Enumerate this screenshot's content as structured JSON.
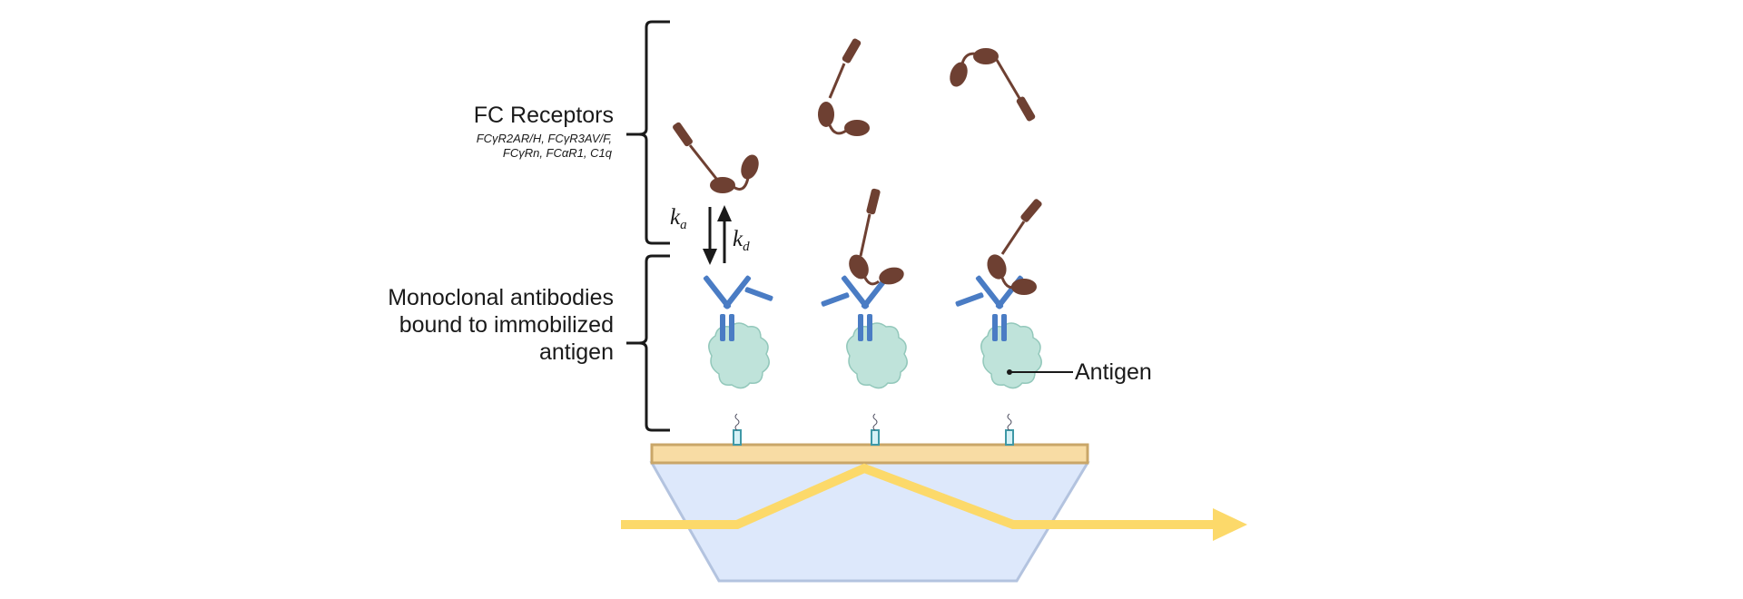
{
  "labels": {
    "fc_receptors_title": "FC Receptors",
    "fc_receptors_line1": "FCγR2AR/H, FCγR3AV/F,",
    "fc_receptors_line2": "FCγRn, FCαR1, C1q",
    "mab_line1": "Monoclonal antibodies",
    "mab_line2": "bound to immobilized",
    "mab_line3": "antigen",
    "antigen": "Antigen",
    "ka_symbol": "k",
    "ka_sub": "a",
    "kd_symbol": "k",
    "kd_sub": "d"
  },
  "colors": {
    "receptor": "#6e4032",
    "antibody": "#4a7cc4",
    "antigen_fill": "#bfe3da",
    "antigen_stroke": "#93c8bb",
    "linker_box": "#d6f1f6",
    "linker_stroke": "#3f98a6",
    "gold_layer": "#f8dca4",
    "gold_stroke": "#c9a668",
    "prism_fill": "#dde8fb",
    "prism_stroke": "#b3c3df",
    "light_beam": "#fcd96a",
    "bracket": "#1a1a1a"
  }
}
